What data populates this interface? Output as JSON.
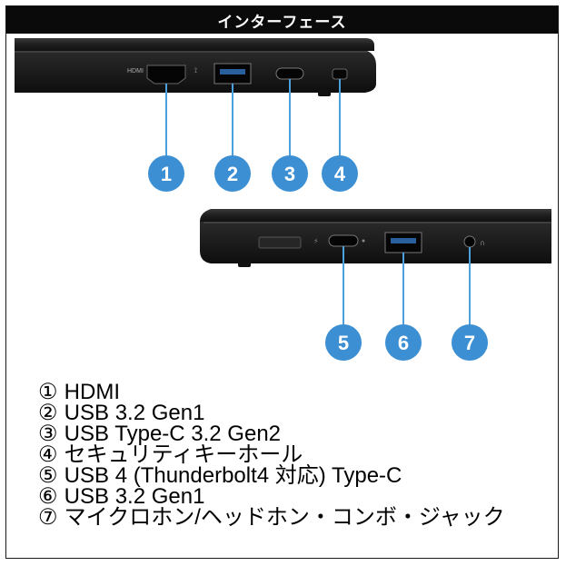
{
  "header": {
    "title": "インターフェース"
  },
  "colors": {
    "callout": "#3b8fd2",
    "leader": "#4da0de",
    "laptop": "#1c1c1c",
    "header_bg": "#0a0a0a"
  },
  "top_view": {
    "port_labels": {
      "hdmi": "HDMI",
      "usb": "⟟"
    },
    "callouts": [
      "1",
      "2",
      "3",
      "4"
    ]
  },
  "bottom_view": {
    "callouts": [
      "5",
      "6",
      "7"
    ]
  },
  "legend": [
    {
      "marker": "①",
      "text": "HDMI"
    },
    {
      "marker": "②",
      "text": "USB 3.2 Gen1"
    },
    {
      "marker": "③",
      "text": "USB Type-C 3.2 Gen2"
    },
    {
      "marker": "④",
      "text": "セキュリティキーホール"
    },
    {
      "marker": "⑤",
      "text": "USB 4 (Thunderbolt4 対応) Type-C"
    },
    {
      "marker": "⑥",
      "text": "USB 3.2 Gen1"
    },
    {
      "marker": "⑦",
      "text": "マイクロホン/ヘッドホン・コンボ・ジャック"
    }
  ]
}
